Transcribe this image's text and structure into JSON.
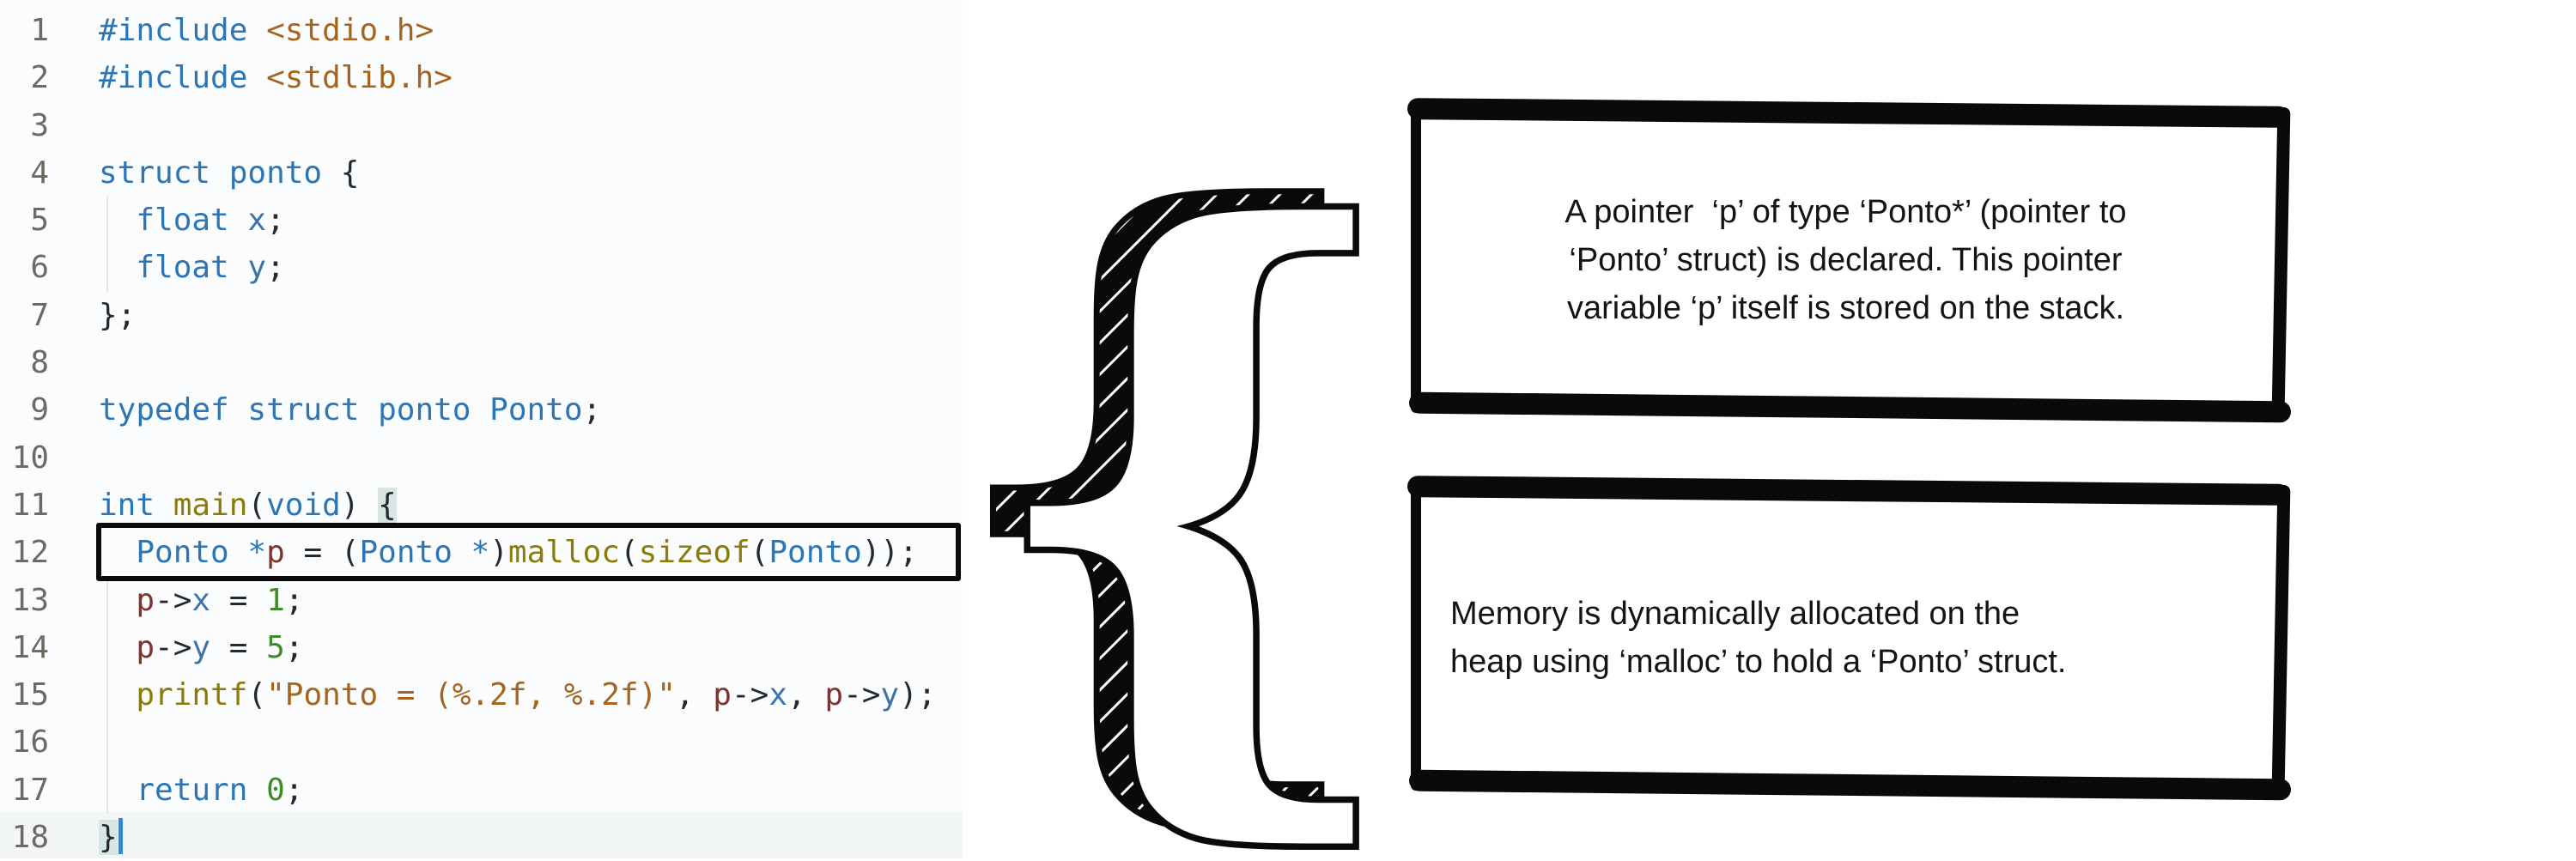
{
  "editor": {
    "description": "C source code in a light-theme editor",
    "line_count": 18,
    "lines": [
      [
        [
          "kw",
          "#include"
        ],
        [
          "pun",
          " "
        ],
        [
          "str",
          "<stdio.h>"
        ]
      ],
      [
        [
          "kw",
          "#include"
        ],
        [
          "pun",
          " "
        ],
        [
          "str",
          "<stdlib.h>"
        ]
      ],
      [],
      [
        [
          "kw",
          "struct ponto"
        ],
        [
          "pun",
          " {"
        ]
      ],
      [
        [
          "pun",
          "  "
        ],
        [
          "kw",
          "float"
        ],
        [
          "pun",
          " "
        ],
        [
          "mem",
          "x"
        ],
        [
          "pun",
          ";"
        ]
      ],
      [
        [
          "pun",
          "  "
        ],
        [
          "kw",
          "float"
        ],
        [
          "pun",
          " "
        ],
        [
          "mem",
          "y"
        ],
        [
          "pun",
          ";"
        ]
      ],
      [
        [
          "pun",
          "};"
        ]
      ],
      [],
      [
        [
          "kw",
          "typedef struct ponto Ponto"
        ],
        [
          "pun",
          ";"
        ]
      ],
      [],
      [
        [
          "kw",
          "int"
        ],
        [
          "pun",
          " "
        ],
        [
          "fn",
          "main"
        ],
        [
          "pun",
          "("
        ],
        [
          "kw",
          "void"
        ],
        [
          "pun",
          ") "
        ],
        [
          "match",
          "{"
        ]
      ],
      [
        [
          "pun",
          "  "
        ],
        [
          "kw",
          "Ponto"
        ],
        [
          "pun",
          " "
        ],
        [
          "kw",
          "*"
        ],
        [
          "var",
          "p"
        ],
        [
          "pun",
          " = ("
        ],
        [
          "kw",
          "Ponto *"
        ],
        [
          "pun",
          ")"
        ],
        [
          "fn",
          "malloc"
        ],
        [
          "pun",
          "("
        ],
        [
          "fn",
          "sizeof"
        ],
        [
          "pun",
          "("
        ],
        [
          "kw",
          "Ponto"
        ],
        [
          "pun",
          "));"
        ]
      ],
      [
        [
          "pun",
          "  "
        ],
        [
          "var",
          "p"
        ],
        [
          "pun",
          "->"
        ],
        [
          "mem",
          "x"
        ],
        [
          "pun",
          " = "
        ],
        [
          "num-lit",
          "1"
        ],
        [
          "pun",
          ";"
        ]
      ],
      [
        [
          "pun",
          "  "
        ],
        [
          "var",
          "p"
        ],
        [
          "pun",
          "->"
        ],
        [
          "mem",
          "y"
        ],
        [
          "pun",
          " = "
        ],
        [
          "num-lit",
          "5"
        ],
        [
          "pun",
          ";"
        ]
      ],
      [
        [
          "pun",
          "  "
        ],
        [
          "fn",
          "printf"
        ],
        [
          "pun",
          "("
        ],
        [
          "str",
          "\"Ponto = (%.2f, %.2f)\""
        ],
        [
          "pun",
          ", "
        ],
        [
          "var",
          "p"
        ],
        [
          "pun",
          "->"
        ],
        [
          "mem",
          "x"
        ],
        [
          "pun",
          ", "
        ],
        [
          "var",
          "p"
        ],
        [
          "pun",
          "->"
        ],
        [
          "mem",
          "y"
        ],
        [
          "pun",
          ");"
        ]
      ],
      [],
      [
        [
          "pun",
          "  "
        ],
        [
          "kw",
          "return"
        ],
        [
          "pun",
          " "
        ],
        [
          "num-lit",
          "0"
        ],
        [
          "pun",
          ";"
        ]
      ],
      [
        [
          "match",
          "}"
        ],
        [
          "cursor",
          ""
        ]
      ]
    ],
    "highlighted_line": 12,
    "matched_brackets": [
      "{ on line 11",
      "} on line 18"
    ],
    "cursor_position": "after } on line 18"
  },
  "notes": [
    {
      "lines": [
        "A pointer  ‘p’ of type ‘Ponto*’ (pointer to",
        "‘Ponto’ struct) is declared. This pointer",
        "variable ‘p’ itself is stored on the stack."
      ]
    },
    {
      "lines": [
        "Memory is dynamically allocated on the",
        "heap using ‘malloc’ to hold a ‘Ponto’ struct."
      ]
    }
  ],
  "brace_icon": "hand-drawn-curly-brace",
  "colors": {
    "kw": "#2d76b5",
    "fn": "#8a7b0a",
    "str": "#a5641f",
    "numlit": "#3e8b27",
    "var": "#7c352e",
    "mem": "#3c74a8",
    "pun": "#24292e",
    "gutter": "#6e6a63",
    "matchbg": "#d8e6e3",
    "cursor": "#3787cd",
    "curline": "#f3f6f6",
    "annotation_border": "#0b0b0b"
  }
}
